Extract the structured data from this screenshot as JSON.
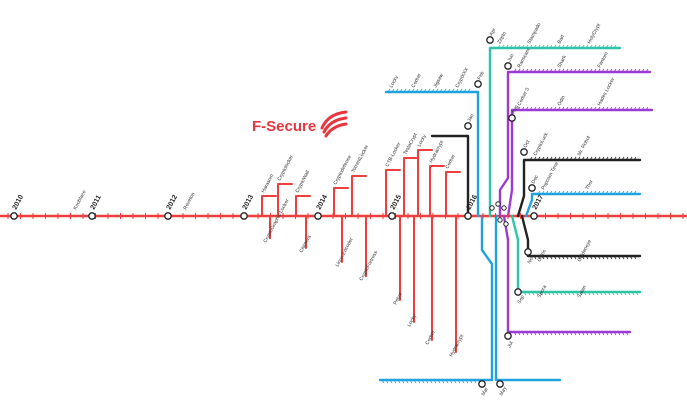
{
  "brand": {
    "name": "F-Secure",
    "color": "#e8363f",
    "icon": "f-secure-shield-logo-icon"
  },
  "colors": {
    "main_line": "#ef3e3e",
    "blue": "#1fa3e0",
    "teal": "#2ec4a8",
    "purple": "#9b3bd6",
    "black": "#222222"
  },
  "timeline": {
    "year_stations": [
      "2010",
      "2011",
      "2012",
      "2013",
      "2014",
      "2015",
      "2016",
      "2017"
    ],
    "pre2016_labels": [
      "Koobface",
      "Reveton",
      "Harasom",
      "Cryptolocker",
      "CryptoWall",
      "Cryptodefense",
      "TorrentLocker",
      "CTB-Locker",
      "TeslaCrypt",
      "CryptoGraphic Locker",
      "Chimera",
      "Linux.Encoder",
      "CryptoFortress",
      "Locky",
      "Hydracrypt",
      "Cerber",
      "Petya"
    ],
    "month_stations": [
      "Jan",
      "Feb",
      "Mar",
      "Apr",
      "May",
      "Jun",
      "Jul",
      "Aug",
      "Sep",
      "Oct",
      "Nov",
      "Dec"
    ],
    "branch_labels": [
      "Locky",
      "Cerber",
      "Jigsaw",
      "CryptXXX",
      "Zepto",
      "Stampado",
      "Bart",
      "HolyCrypt",
      "Ranscam",
      "Shark",
      "Fantom",
      "Cerber 3",
      "Odin",
      "Hades Locker",
      "CryptoLuck",
      "Mr. Robot",
      "Popcorn Time",
      "Thor",
      "Osiris",
      "Goldeneye",
      "Spora",
      "Satan"
    ]
  }
}
